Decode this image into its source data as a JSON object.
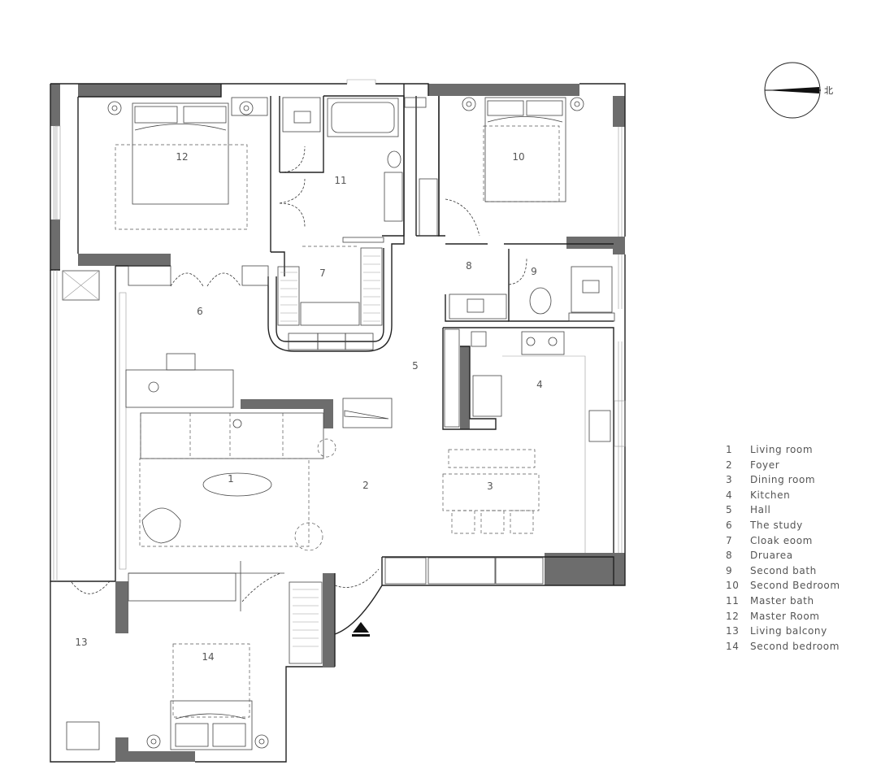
{
  "compass": {
    "label": "北",
    "icon": "north-arrow-icon"
  },
  "rooms": [
    {
      "num": "1"
    },
    {
      "num": "2"
    },
    {
      "num": "3"
    },
    {
      "num": "4"
    },
    {
      "num": "5"
    },
    {
      "num": "6"
    },
    {
      "num": "7"
    },
    {
      "num": "8"
    },
    {
      "num": "9"
    },
    {
      "num": "10"
    },
    {
      "num": "11"
    },
    {
      "num": "12"
    },
    {
      "num": "13"
    },
    {
      "num": "14"
    }
  ],
  "legend": [
    {
      "num": "1",
      "name": "Living room"
    },
    {
      "num": "2",
      "name": "Foyer"
    },
    {
      "num": "3",
      "name": "Dining room"
    },
    {
      "num": "4",
      "name": "Kitchen"
    },
    {
      "num": "5",
      "name": "Hall"
    },
    {
      "num": "6",
      "name": "The study"
    },
    {
      "num": "7",
      "name": "Cloak eoom"
    },
    {
      "num": "8",
      "name": "Druarea"
    },
    {
      "num": "9",
      "name": "Second bath"
    },
    {
      "num": "10",
      "name": "Second Bedroom"
    },
    {
      "num": "11",
      "name": "Master bath"
    },
    {
      "num": "12",
      "name": "Master Room"
    },
    {
      "num": "13",
      "name": "Living balcony"
    },
    {
      "num": "14",
      "name": "Second bedroom"
    }
  ],
  "entrance": {
    "icon": "entrance-arrow-icon"
  },
  "colors": {
    "wall": "#6d6d6d",
    "line": "#222222",
    "text": "#555555"
  }
}
